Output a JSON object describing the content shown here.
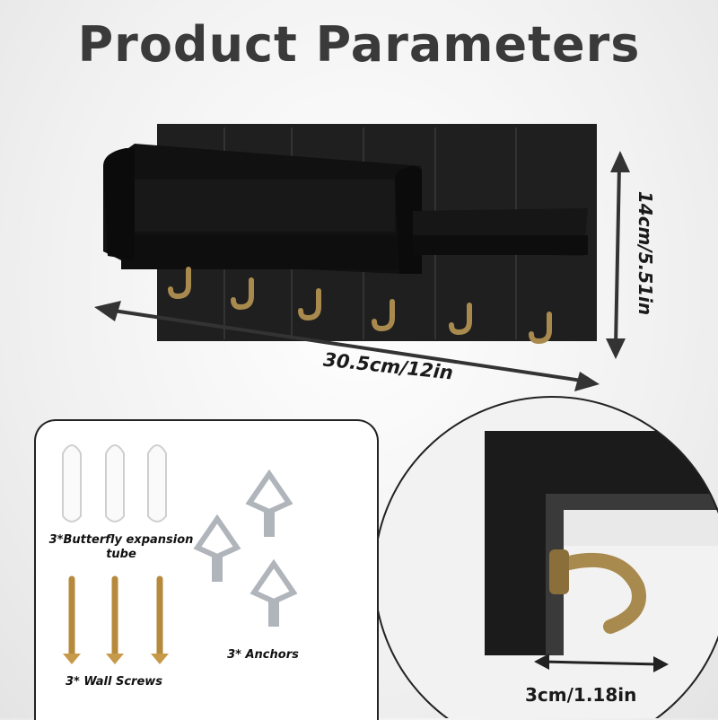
{
  "title": "Product Parameters",
  "dimensions": {
    "width": "30.5cm/12in",
    "height": "14cm/5.51in",
    "depth": "3cm/1.18in"
  },
  "accessories": {
    "tube_label": "3*Butterfly expansion tube",
    "screws_label": "3* Wall Screws",
    "anchors_label": "3* Anchors"
  },
  "colors": {
    "wood": "#1c1c1c",
    "brass": "#a98a4e",
    "title": "#3a3a3a"
  }
}
